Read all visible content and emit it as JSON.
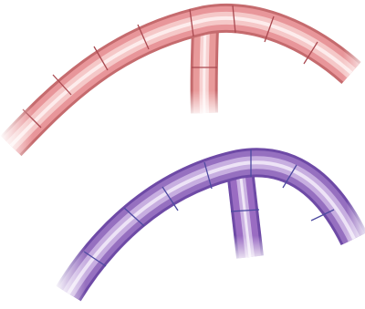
{
  "illustration": {
    "structures": [
      {
        "name": "upper-branched-filament",
        "color": "#e88c8c",
        "septum_color": "#a94950",
        "shading": "pink-red"
      },
      {
        "name": "lower-branched-filament",
        "color": "#9a6cc2",
        "septum_color": "#4d4aa0",
        "shading": "purple"
      }
    ]
  }
}
